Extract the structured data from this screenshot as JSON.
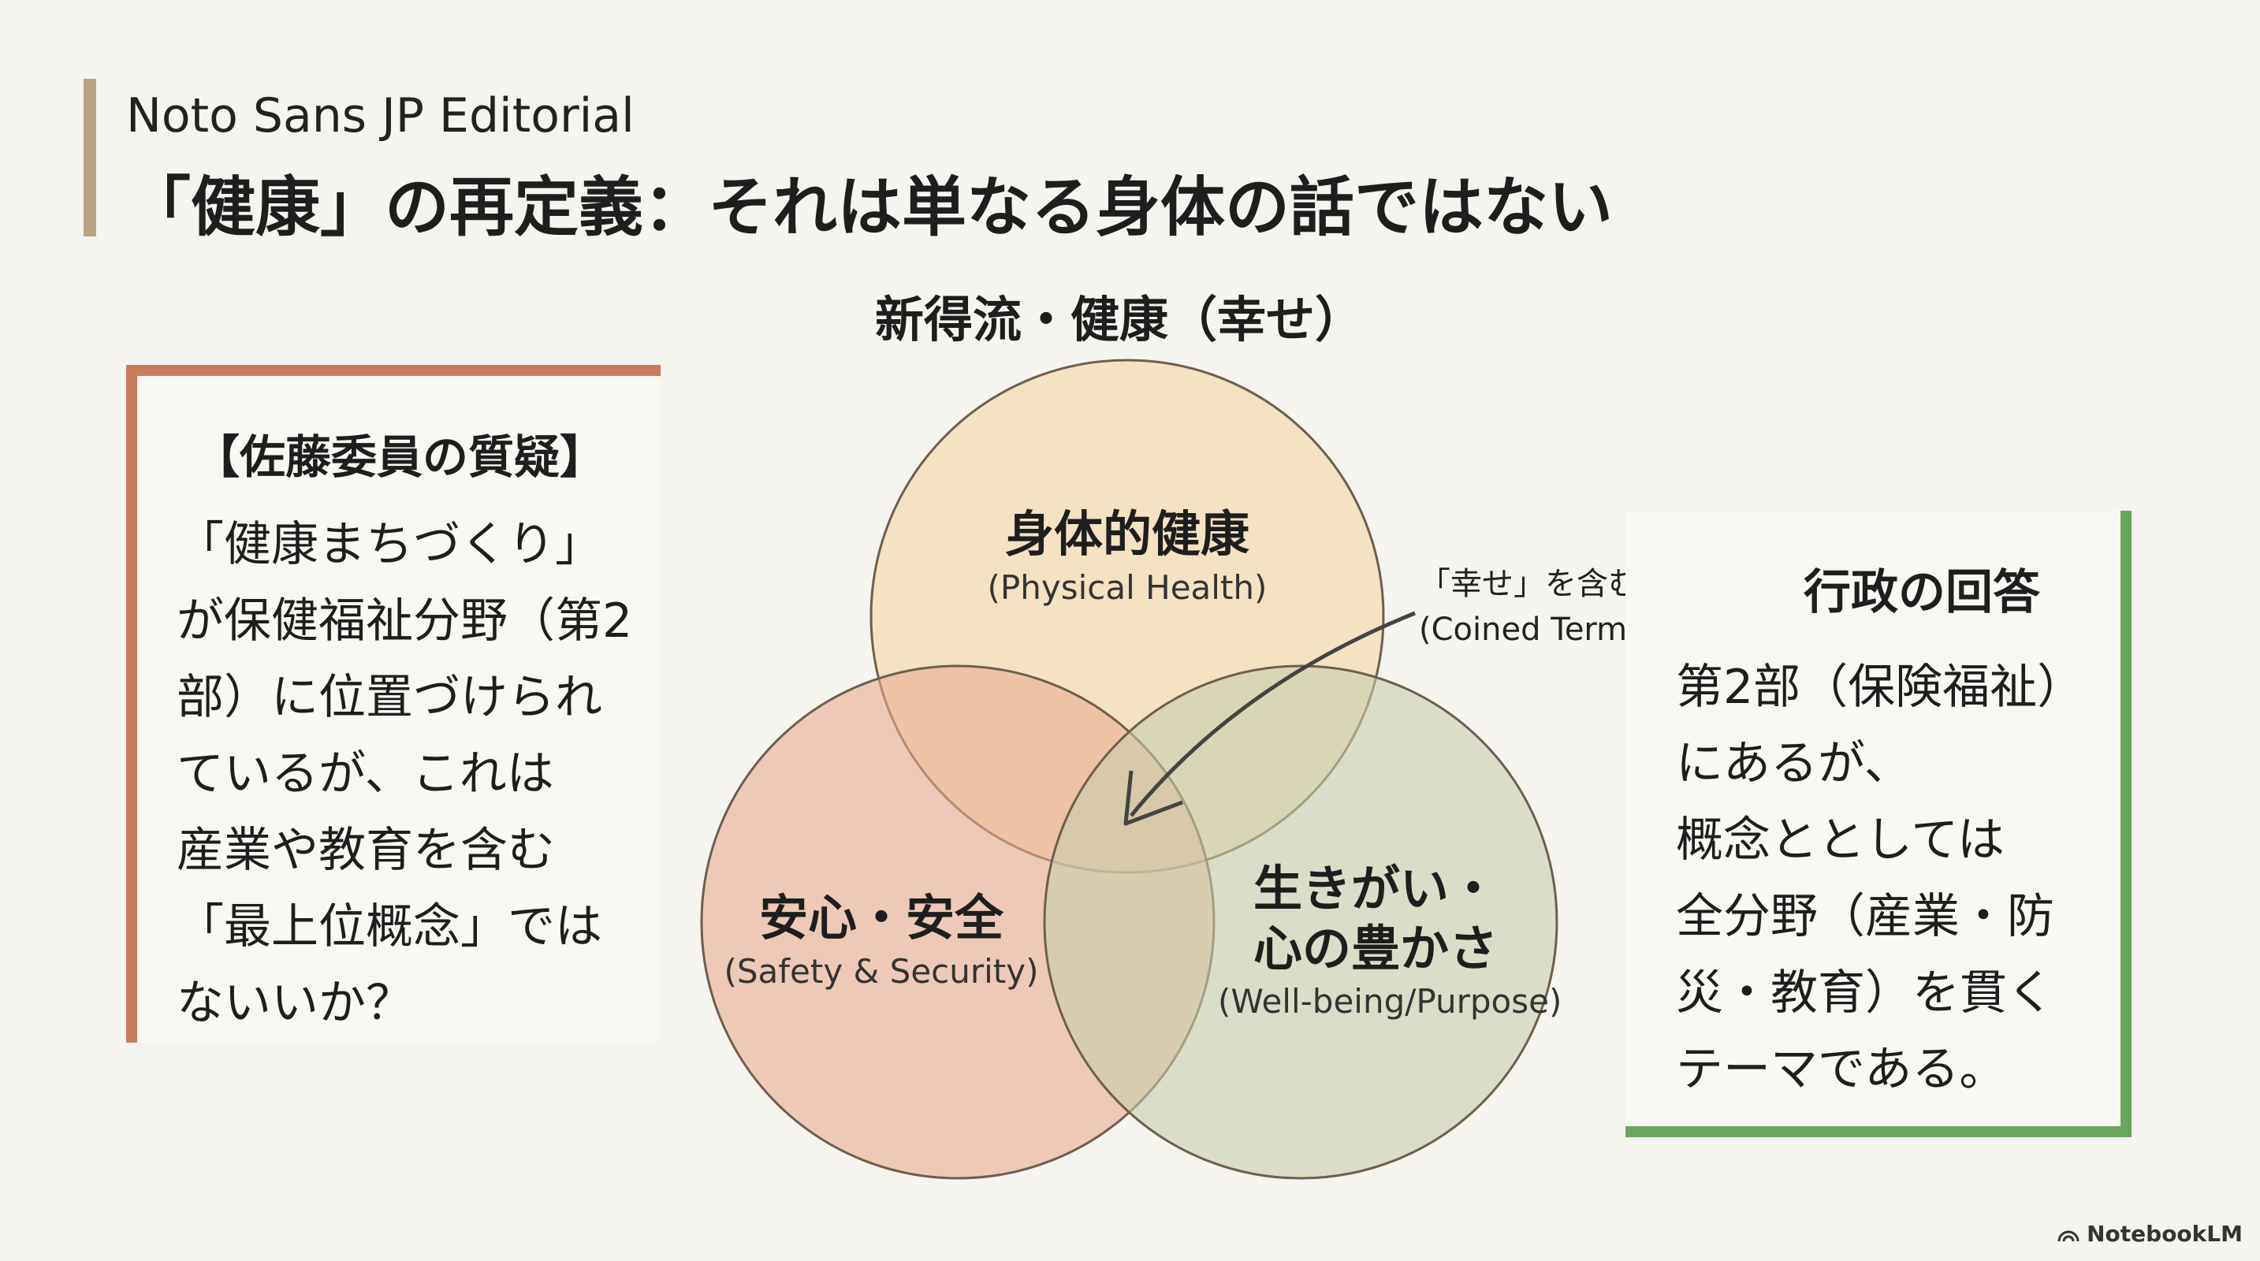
{
  "header": {
    "font_label": "Noto Sans JP Editorial",
    "title": "「健康」の再定義：それは単なる身体の話ではない"
  },
  "question": {
    "heading": "【佐藤委員の質疑】",
    "lines": [
      "「健康まちづくり」",
      "が保健福祉分野（第2",
      "部）に位置づけられ",
      "ているが、これは",
      "産業や教育を含む",
      "「最上位概念」では",
      "ないいか？"
    ]
  },
  "venn": {
    "title": "新得流・健康（幸せ）",
    "circles": [
      {
        "label": "身体的健康",
        "sub": "(Physical Health)",
        "color": "#f4d6a8"
      },
      {
        "label_line1": "安心・安全",
        "sub": "(Safety & Security)",
        "color": "#e8aa8f"
      },
      {
        "label_line1": "生きがい・",
        "label_line2": "心の豊かさ",
        "sub": "(Well-being/Purpose)",
        "color": "#c7cdaa"
      }
    ],
    "annotation_line1": "「幸せ」を含む増語",
    "annotation_line2": "(Coined Term)"
  },
  "answer": {
    "heading": "行政の回答",
    "lines": [
      "第2部（保険福祉）",
      "にあるが、",
      "概念ととしては",
      "全分野（産業・防",
      "災・教育）を貫く",
      "テーマである。"
    ]
  },
  "branding": {
    "label": "NotebookLM",
    "icon": "notebooklm-logo-icon"
  },
  "colors": {
    "question_border": "#c97b5e",
    "answer_border": "#6aa55d",
    "accent_bar": "#b8a585"
  }
}
